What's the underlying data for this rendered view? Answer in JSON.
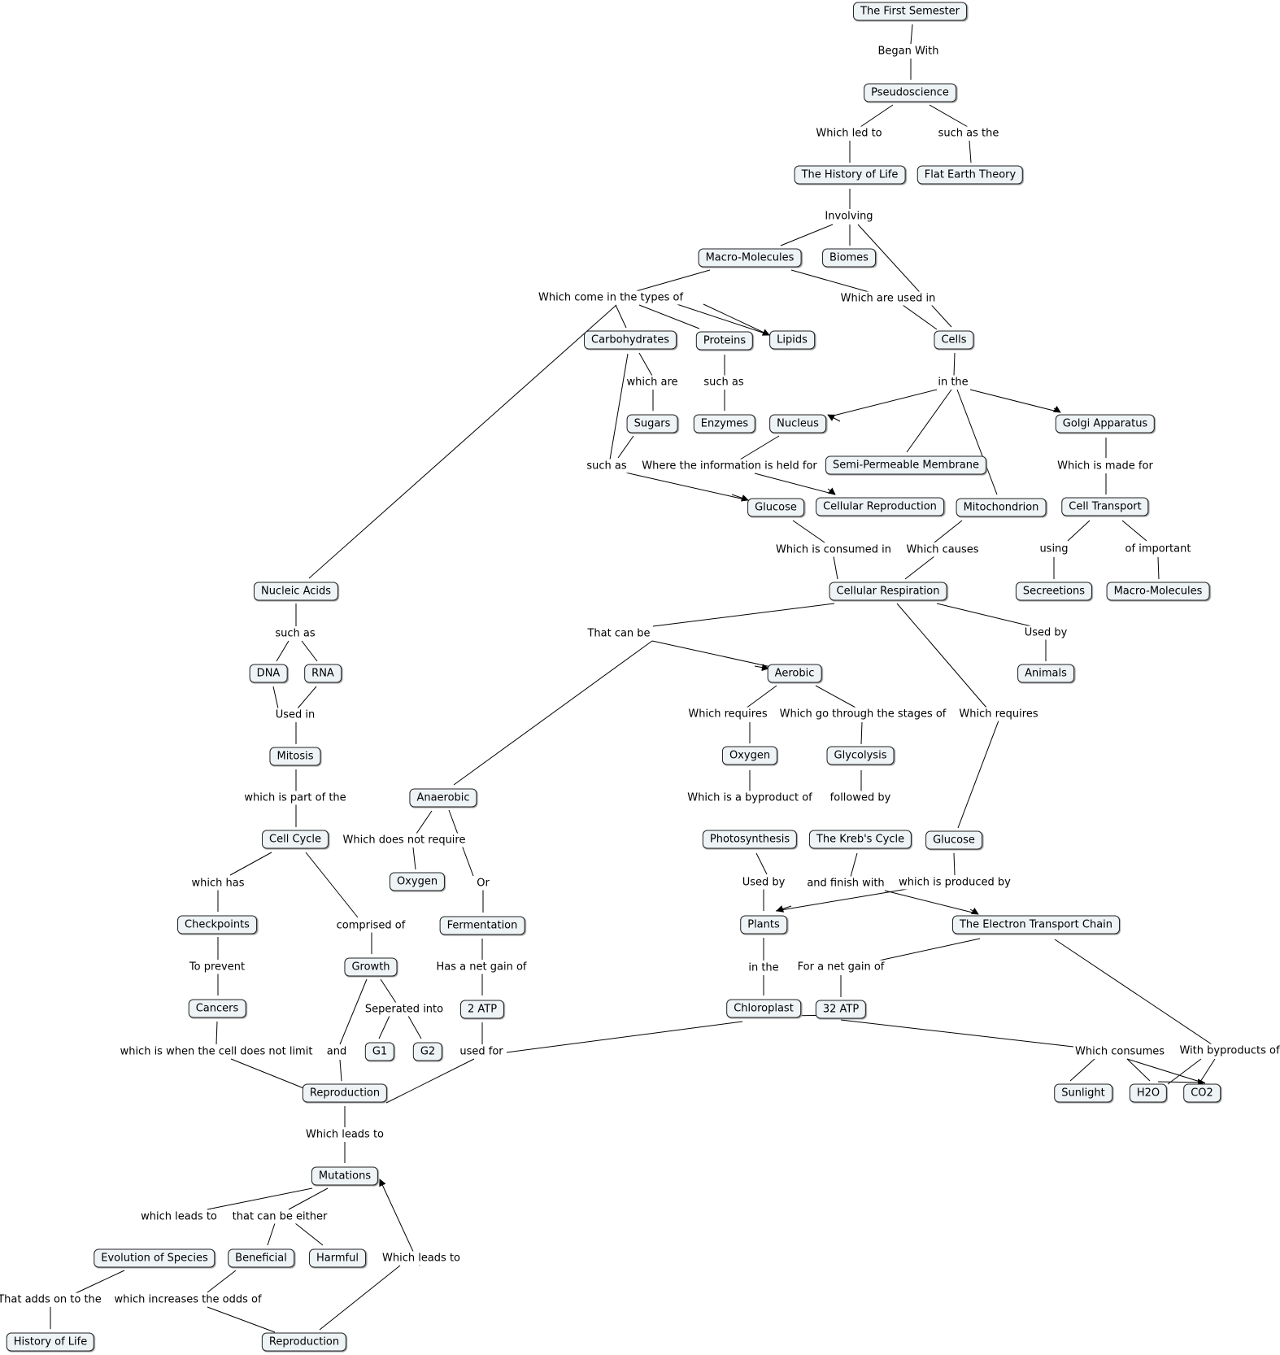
{
  "concepts": {
    "first_semester": "The First Semester",
    "pseudoscience": "Pseudoscience",
    "history_of_life": "The History of Life",
    "flat_earth": "Flat Earth Theory",
    "macro_molecules": "Macro-Molecules",
    "biomes": "Biomes",
    "carbohydrates": "Carbohydrates",
    "proteins": "Proteins",
    "lipids": "Lipids",
    "cells": "Cells",
    "sugars": "Sugars",
    "enzymes": "Enzymes",
    "nucleus": "Nucleus",
    "golgi": "Golgi Apparatus",
    "semi_perm": "Semi-Permeable Membrane",
    "glucose_1": "Glucose",
    "cell_reproduction": "Cellular Reproduction",
    "mitochondrion": "Mitochondrion",
    "cell_transport": "Cell Transport",
    "nucleic_acids": "Nucleic Acids",
    "cell_respiration": "Cellular Respiration",
    "secretions": "Secreetions",
    "macro_molecules_2": "Macro-Molecules",
    "dna": "DNA",
    "rna": "RNA",
    "aerobic": "Aerobic",
    "animals": "Animals",
    "mitosis": "Mitosis",
    "oxygen_1": "Oxygen",
    "glycolysis": "Glycolysis",
    "anaerobic": "Anaerobic",
    "cell_cycle": "Cell Cycle",
    "photosynthesis": "Photosynthesis",
    "krebs": "The Kreb's Cycle",
    "glucose_2": "Glucose",
    "oxygen_2": "Oxygen",
    "checkpoints": "Checkpoints",
    "fermentation": "Fermentation",
    "plants": "Plants",
    "etc": "The Electron Transport Chain",
    "growth": "Growth",
    "cancers": "Cancers",
    "atp2": "2 ATP",
    "chloroplast": "Chloroplast",
    "atp32": "32 ATP",
    "g1": "G1",
    "g2": "G2",
    "reproduction_1": "Reproduction",
    "sunlight": "Sunlight",
    "h2o": "H2O",
    "co2": "CO2",
    "mutations": "Mutations",
    "evolution": "Evolution of Species",
    "beneficial": "Beneficial",
    "harmful": "Harmful",
    "history_of_life_2": "History of Life",
    "reproduction_2": "Reproduction"
  },
  "phrases": {
    "began_with": "Began With",
    "which_led_to": "Which led to",
    "such_as_the": "such as the",
    "involving": "Involving",
    "which_come_types": "Which come in the types of",
    "which_used_in": "Which are used in",
    "which_are": "which are",
    "such_as_enz": "such as",
    "in_the_cells": "in the",
    "such_as_sugar": "such as",
    "where_info": "Where the information is held for",
    "which_made_for": "Which is made for",
    "which_consumed_in": "Which is consumed in",
    "which_causes": "Which causes",
    "using": "using",
    "of_important": "of important",
    "such_as_nucleic": "such as",
    "that_can_be": "That can be",
    "used_by_animals": "Used by",
    "used_in_mitosis": "Used in",
    "which_requires_oxygen": "Which requires",
    "which_go_stages": "Which go through the stages of",
    "which_requires_glucose": "Which requires",
    "which_part_of": "which is part of the",
    "which_byproduct": "Which is a byproduct of",
    "followed_by": "followed by",
    "which_not_require": "Which does not require",
    "which_has": "which has",
    "or": "Or",
    "used_by_plants": "Used by",
    "and_finish_with": "and finish with",
    "which_produced_by": "which is produced by",
    "comprised_of": "comprised of",
    "to_prevent": "To prevent",
    "net_gain_2": "Has a net gain of",
    "in_the_plants": "in the",
    "net_gain_32": "For a net gain of",
    "seperated_into": "Seperated into",
    "when_not_limit": "which is when the cell does not limit",
    "and": "and",
    "used_for": "used for",
    "which_consumes": "Which consumes",
    "with_byproducts": "With byproducts of",
    "leads_to_mutations": "Which leads to",
    "which_leads_to": "which leads to",
    "either": "that can be either",
    "leads_to_back": "Which leads to",
    "adds_on": "That adds on to the",
    "increases_odds": "which increases the odds of"
  }
}
